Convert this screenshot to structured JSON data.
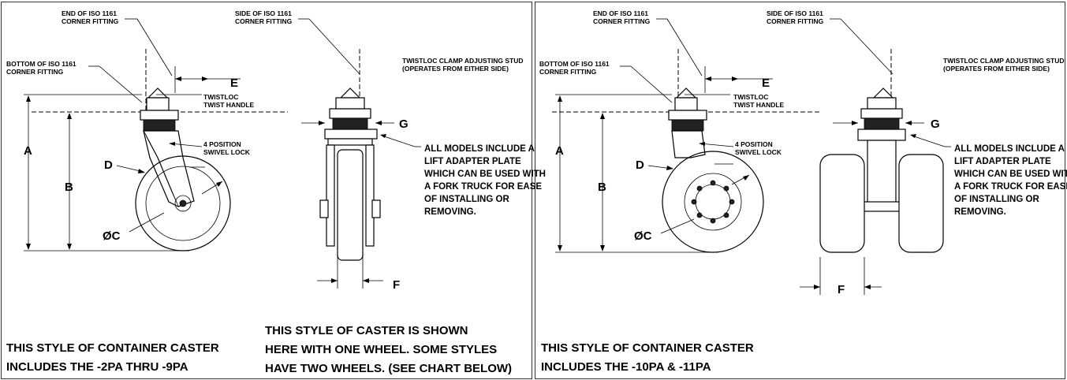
{
  "left_panel": {
    "callouts": {
      "end_fitting_1": "END OF ISO 1161",
      "end_fitting_2": "CORNER FITTING",
      "side_fitting_1": "SIDE OF ISO 1161",
      "side_fitting_2": "CORNER FITTING",
      "bottom_fitting_1": "BOTTOM OF ISO 1161",
      "bottom_fitting_2": "CORNER FITTING",
      "twistloc_1": "TWISTLOC",
      "twistloc_2": "TWIST HANDLE",
      "swivel_1": "4 POSITION",
      "swivel_2": "SWIVEL LOCK",
      "clamp_1": "TWISTLOC CLAMP ADJUSTING STUD",
      "clamp_2": "(OPERATES FROM EITHER SIDE)"
    },
    "dims": {
      "a": "A",
      "b": "B",
      "c": "ØC",
      "d": "D",
      "e": "E",
      "f": "F",
      "g": "G"
    },
    "note_lines": [
      "ALL MODELS INCLUDE A",
      "LIFT ADAPTER PLATE",
      "WHICH CAN BE USED WITH",
      "A FORK TRUCK FOR EASE",
      "OF INSTALLING OR",
      "REMOVING."
    ],
    "caption_1": [
      "THIS STYLE OF CONTAINER CASTER",
      "INCLUDES THE -2PA THRU -9PA"
    ],
    "caption_2": [
      "THIS STYLE OF CASTER IS SHOWN",
      "HERE WITH ONE WHEEL. SOME STYLES",
      "HAVE TWO WHEELS. (SEE CHART BELOW)"
    ]
  },
  "right_panel": {
    "callouts": {
      "end_fitting_1": "END OF ISO 1161",
      "end_fitting_2": "CORNER FITTING",
      "side_fitting_1": "SIDE OF ISO 1161",
      "side_fitting_2": "CORNER FITTING",
      "bottom_fitting_1": "BOTTOM OF ISO 1161",
      "bottom_fitting_2": "CORNER FITTING",
      "twistloc_1": "TWISTLOC",
      "twistloc_2": "TWIST HANDLE",
      "swivel_1": "4 POSITION",
      "swivel_2": "SWIVEL LOCK",
      "clamp_1": "TWISTLOC CLAMP ADJUSTING STUD",
      "clamp_2": "(OPERATES FROM EITHER SIDE)"
    },
    "dims": {
      "a": "A",
      "b": "B",
      "c": "ØC",
      "d": "D",
      "e": "E",
      "f": "F",
      "g": "G"
    },
    "note_lines": [
      "ALL MODELS INCLUDE A",
      "LIFT ADAPTER PLATE",
      "WHICH CAN BE USED WITH",
      "A FORK TRUCK FOR EASE",
      "OF INSTALLING OR",
      "REMOVING."
    ],
    "caption": [
      "THIS STYLE OF CONTAINER CASTER",
      "INCLUDES THE -10PA & -11PA"
    ]
  }
}
